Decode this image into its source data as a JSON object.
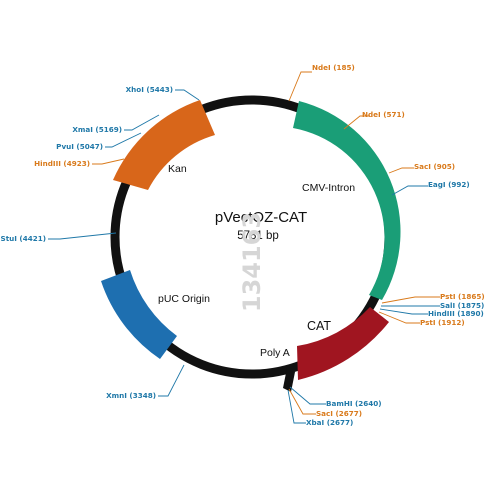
{
  "colors": {
    "backbone": "#111111",
    "site_orange": "#d97a1b",
    "site_blue": "#1f78a8",
    "watermark": "#d6d6d6"
  },
  "plasmid": {
    "name": "pVectOZ-CAT",
    "size_label": "5781 bp",
    "watermark": "134163"
  },
  "features": [
    {
      "id": "cmv-intron",
      "label": "CMV-Intron",
      "color": "#1a9e77",
      "icon": "arrow-clockwise"
    },
    {
      "id": "cat",
      "label": "CAT",
      "color": "#a01520",
      "icon": "arrow-clockwise"
    },
    {
      "id": "kan",
      "label": "Kan",
      "color": "#d8661a",
      "icon": "arrow-counterclockwise"
    },
    {
      "id": "puc-origin",
      "label": "pUC Origin",
      "color": "#1e6fb0",
      "icon": "arrow-counterclockwise"
    },
    {
      "id": "poly-a",
      "label": "Poly A",
      "color": "#111111",
      "icon": "marker"
    }
  ],
  "sites": [
    {
      "label": "NdeI (185)",
      "color": "orange"
    },
    {
      "label": "NdeI (571)",
      "color": "orange"
    },
    {
      "label": "SacI (905)",
      "color": "orange"
    },
    {
      "label": "EagI (992)",
      "color": "blue"
    },
    {
      "label": "PstI (1865)",
      "color": "orange"
    },
    {
      "label": "SalI (1875)",
      "color": "blue"
    },
    {
      "label": "HindIII (1890)",
      "color": "blue"
    },
    {
      "label": "PstI (1912)",
      "color": "orange"
    },
    {
      "label": "BamHI (2640)",
      "color": "blue"
    },
    {
      "label": "SacI (2677)",
      "color": "orange"
    },
    {
      "label": "XbaI (2677)",
      "color": "blue"
    },
    {
      "label": "XmnI (3348)",
      "color": "blue"
    },
    {
      "label": "StuI (4421)",
      "color": "blue"
    },
    {
      "label": "HindIII (4923)",
      "color": "orange"
    },
    {
      "label": "PvuI (5047)",
      "color": "blue"
    },
    {
      "label": "XmaI (5169)",
      "color": "blue"
    },
    {
      "label": "XhoI (5443)",
      "color": "blue"
    }
  ]
}
